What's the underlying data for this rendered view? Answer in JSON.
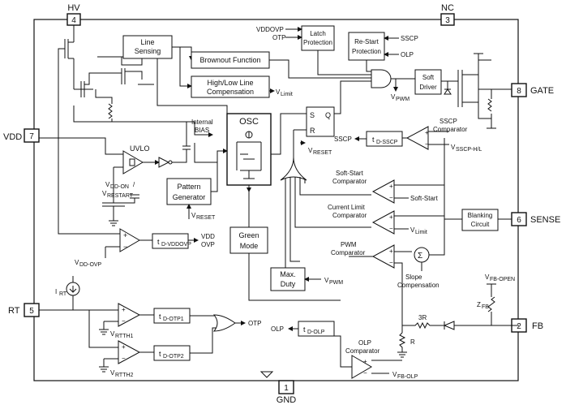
{
  "pins": {
    "hv": {
      "number": "4",
      "label": "HV"
    },
    "nc": {
      "number": "3",
      "label": "NC"
    },
    "vdd": {
      "number": "7",
      "label": "VDD"
    },
    "gate": {
      "number": "8",
      "label": "GATE"
    },
    "sense": {
      "number": "6",
      "label": "SENSE"
    },
    "rt": {
      "number": "5",
      "label": "RT"
    },
    "fb": {
      "number": "2",
      "label": "FB"
    },
    "gnd": {
      "number": "1",
      "label": "GND"
    }
  },
  "blocks": {
    "line_sensing": [
      "Line",
      "Sensing"
    ],
    "brownout": "Brownout Function",
    "hl_comp": [
      "High/Low Line",
      "Compensation"
    ],
    "latch": [
      "Latch",
      "Protection"
    ],
    "restart": [
      "Re-Start",
      "Protection"
    ],
    "soft_driver": [
      "Soft",
      "Driver"
    ],
    "osc": "OSC",
    "pattern_gen": [
      "Pattern",
      "Generator"
    ],
    "green_mode": [
      "Green",
      "Mode"
    ],
    "max_duty": [
      "Max.",
      "Duty"
    ],
    "blanking": [
      "Blanking",
      "Circuit"
    ],
    "uvlo": "UVLO",
    "internal_bias": [
      "Internal",
      "BIAS"
    ],
    "sr": {
      "s": "S",
      "r": "R",
      "q": "Q"
    }
  },
  "timers": {
    "vddovp": {
      "main": "t",
      "sub": "D-VDDOVP"
    },
    "sscp": {
      "main": "t",
      "sub": "D-SSCP"
    },
    "otp1": {
      "main": "t",
      "sub": "D-OTP1"
    },
    "otp2": {
      "main": "t",
      "sub": "D-OTP2"
    },
    "olp": {
      "main": "t",
      "sub": "D-OLP"
    }
  },
  "comparators": {
    "sscp": [
      "SSCP",
      "Comparator"
    ],
    "soft_start": [
      "Soft-Start",
      "Comparator"
    ],
    "current_limit": [
      "Current Limit",
      "Comparator"
    ],
    "pwm": [
      "PWM",
      "Comparator"
    ],
    "olp": [
      "OLP",
      "Comparator"
    ]
  },
  "signals": {
    "vddovp_in": "VDDOVP",
    "otp_in": "OTP",
    "sscp_in": "SSCP",
    "olp_in": "OLP",
    "vlimit_out": {
      "main": "V",
      "sub": "Limit"
    },
    "vpwm_out": {
      "main": "V",
      "sub": "PWM"
    },
    "vreset_sr": {
      "main": "V",
      "sub": "RESET"
    },
    "vreset_pg": {
      "main": "V",
      "sub": "RESET"
    },
    "sscp_out": "SSCP",
    "vsscp_hl": {
      "main": "V",
      "sub": "SSCP-H/L"
    },
    "soft_start": "Soft-Start",
    "vlimit_in": {
      "main": "V",
      "sub": "Limit"
    },
    "vpwm_in": {
      "main": "V",
      "sub": "PWM"
    },
    "slope_comp": [
      "Slope",
      "Compensation"
    ],
    "vfb_open": {
      "main": "V",
      "sub": "FB-OPEN"
    },
    "zfb": {
      "main": "Z",
      "sub": "FB"
    },
    "r3": "3R",
    "r1": "R",
    "olp_out": "OLP",
    "vfb_olp": {
      "main": "V",
      "sub": "FB-OLP"
    },
    "vdd_on": {
      "main": "V",
      "sub": "DD-ON"
    },
    "vrestart": {
      "main": "V",
      "sub": "RESTART"
    },
    "vdd_ovp": {
      "main": "V",
      "sub": "DD-OVP"
    },
    "vdd_ovp_out": [
      "VDD",
      "OVP"
    ],
    "irt": {
      "main": "I",
      "sub": "RT"
    },
    "vrtth1": {
      "main": "V",
      "sub": "RTTH1"
    },
    "vrtth2": {
      "main": "V",
      "sub": "RTTH2"
    },
    "otp_out": "OTP",
    "uvlo_slash": "/"
  }
}
